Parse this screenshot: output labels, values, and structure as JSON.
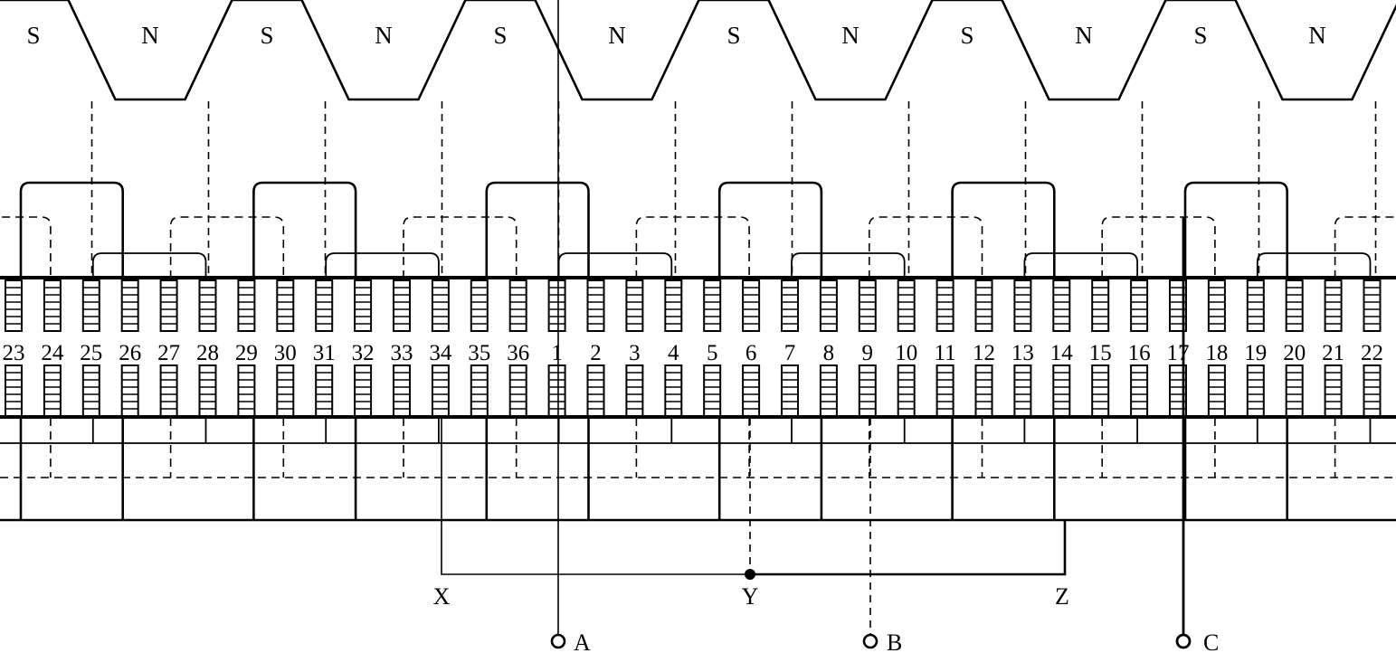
{
  "poles": [
    "S",
    "N",
    "S",
    "N",
    "S",
    "N",
    "S",
    "N",
    "S",
    "N",
    "S",
    "N"
  ],
  "slot_numbers": [
    "23",
    "24",
    "25",
    "26",
    "27",
    "28",
    "29",
    "30",
    "31",
    "32",
    "33",
    "34",
    "35",
    "36",
    "1",
    "2",
    "3",
    "4",
    "5",
    "6",
    "7",
    "8",
    "9",
    "10",
    "11",
    "12",
    "13",
    "14",
    "15",
    "16",
    "17",
    "18",
    "19",
    "20",
    "21",
    "22"
  ],
  "terminals": {
    "neutral": [
      "X",
      "Y",
      "Z"
    ],
    "phase": [
      "A",
      "B",
      "C"
    ]
  },
  "colors": {
    "ink": "#000000",
    "background": "#ffffff"
  }
}
